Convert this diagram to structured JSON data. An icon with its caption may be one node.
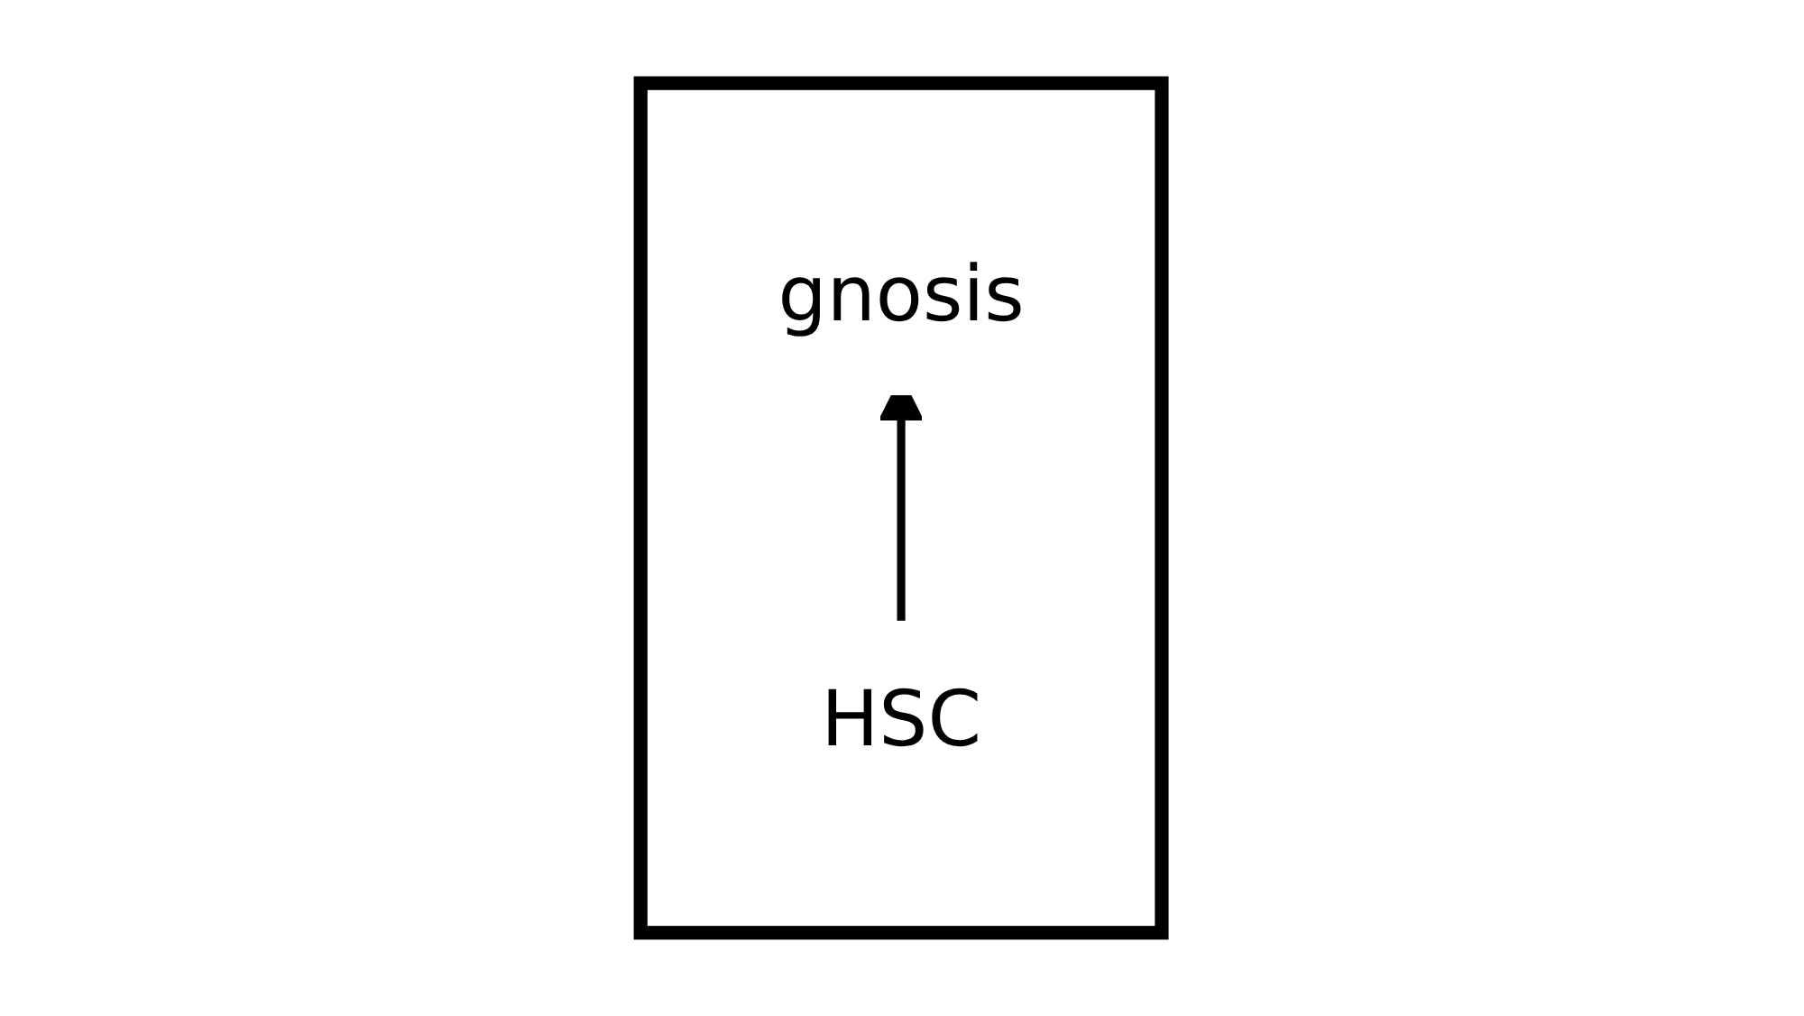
{
  "diagram": {
    "nodes": [
      {
        "text": [],
        "shape": "box"
      },
      {
        "text": [
          "gnosis"
        ],
        "in": 0
      },
      {
        "text": [
          "HSC"
        ],
        "in": 0
      }
    ],
    "edges": [
      {
        "from": 2,
        "to": 1,
        "arrow": "to"
      }
    ]
  }
}
